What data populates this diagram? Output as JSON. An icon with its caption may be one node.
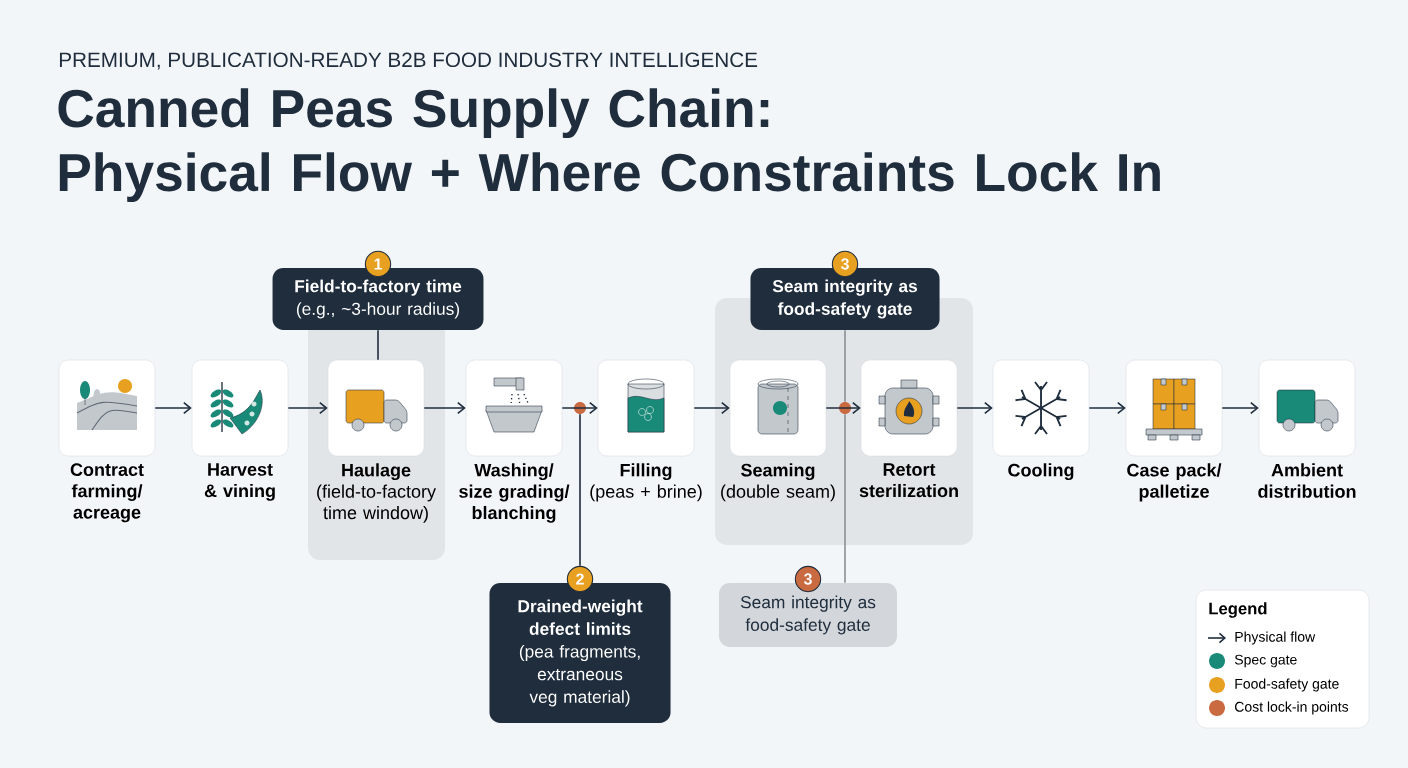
{
  "diagram": {
    "title": "Canned Peas Supply Chain: Physical Flow + Where Constraints Lock In",
    "nodes": [
      {
        "text": [
          "Contract farming/ acreage"
        ]
      },
      {
        "text": [
          "Harvest & vining"
        ]
      },
      {
        "text": [
          "Haulage",
          "(field-to-factory time window)"
        ]
      },
      {
        "text": [
          "Washing/ size grading/ blanching"
        ]
      },
      {
        "text": [
          "Filling",
          "(peas + brine)"
        ]
      },
      {
        "text": [
          "Seaming",
          "(double seam)"
        ]
      },
      {
        "text": [
          "Retort sterilization"
        ]
      },
      {
        "text": [
          "Cooling"
        ]
      },
      {
        "text": [
          "Case pack/ palletize"
        ]
      },
      {
        "text": [
          "Ambient distribution"
        ]
      },
      {
        "text": [
          "1",
          "Field-to-factory time",
          "(e.g., ~3-hour radius)"
        ]
      },
      {
        "text": [
          "3",
          "Seam integrity as food-safety gate"
        ]
      },
      {
        "text": [
          "2",
          "Drained-weight defect limits",
          "(pea fragments, extraneous veg material)"
        ]
      },
      {
        "text": [
          "3",
          "Seam integrity as food-safety gate"
        ]
      },
      {
        "text": [],
        "shape": "circle"
      },
      {
        "text": [],
        "shape": "circle"
      }
    ],
    "edges": [
      {
        "from": 0,
        "to": 1,
        "arrow": "to"
      },
      {
        "from": 1,
        "to": 2,
        "arrow": "to"
      },
      {
        "from": 2,
        "to": 3,
        "arrow": "to"
      },
      {
        "from": 3,
        "to": 4,
        "arrow": "to"
      },
      {
        "from": 4,
        "to": 5,
        "arrow": "to"
      },
      {
        "from": 5,
        "to": 6,
        "arrow": "to"
      },
      {
        "from": 6,
        "to": 7,
        "arrow": "to"
      },
      {
        "from": 7,
        "to": 8,
        "arrow": "to"
      },
      {
        "from": 8,
        "to": 9,
        "arrow": "to"
      },
      {
        "from": 10,
        "to": 2,
        "arrow": "none"
      },
      {
        "from": 12,
        "to": 14,
        "arrow": "none"
      },
      {
        "from": 11,
        "to": 15,
        "arrow": "none",
        "color": "#8a9096"
      },
      {
        "from": 15,
        "to": 13,
        "arrow": "none",
        "color": "#8a9096"
      }
    ],
    "labels": [
      "PREMIUM, PUBLICATION-READY B2B FOOD INDUSTRY INTELLIGENCE",
      "Legend"
    ],
    "legend": [
      {
        "text": "Physical flow"
      },
      {
        "text": "Spec gate",
        "color": "#1a8a78"
      },
      {
        "text": "Food-safety gate",
        "color": "#e8a020"
      },
      {
        "text": "Cost lock-in points",
        "color": "#c96a40"
      }
    ]
  }
}
